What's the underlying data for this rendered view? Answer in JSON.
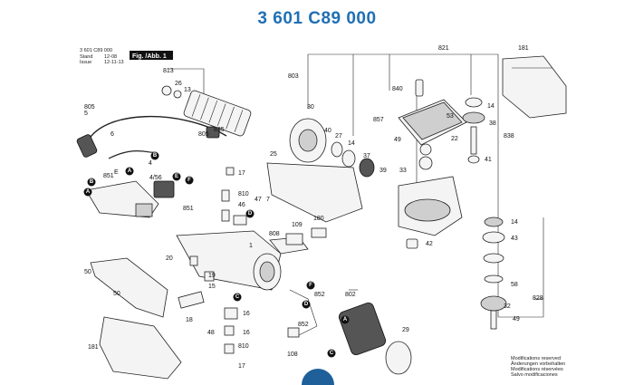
{
  "title": "3 601 C89 000",
  "header_block": {
    "part_no": "3 601 C89 000",
    "stand_label": "Stand",
    "stand_value": "12-08",
    "issue_label": "Issue",
    "issue_value": "12-11-13",
    "fig_label": "Fig. /Abb. 1"
  },
  "footer_notes": [
    "Modifications reserved",
    "Änderungen vorbehalten",
    "Modifications réservées",
    "Salvo modificaciones"
  ],
  "callouts": [
    "A",
    "B",
    "C",
    "D",
    "E",
    "F"
  ],
  "part_labels": [
    "821",
    "181",
    "813",
    "803",
    "26",
    "13",
    "840",
    "857",
    "49",
    "22",
    "14",
    "38",
    "53",
    "838",
    "41",
    "39",
    "33",
    "50",
    "805",
    "5",
    "835",
    "805",
    "6",
    "30",
    "40",
    "27",
    "14",
    "37",
    "25",
    "7",
    "47",
    "4",
    "4/56",
    "B",
    "A",
    "E",
    "F",
    "851",
    "17",
    "810",
    "46",
    "D",
    "851",
    "109",
    "180",
    "808",
    "1",
    "20",
    "19",
    "15",
    "C",
    "16",
    "50",
    "18",
    "48",
    "16",
    "810",
    "17",
    "F",
    "852",
    "802",
    "852",
    "29",
    "108",
    "A",
    "C",
    "42",
    "14",
    "43",
    "58",
    "828",
    "32",
    "49",
    "181"
  ],
  "colors": {
    "title": "#1f6fb5",
    "ink": "#111111",
    "bubble": "#1f5f9a"
  }
}
